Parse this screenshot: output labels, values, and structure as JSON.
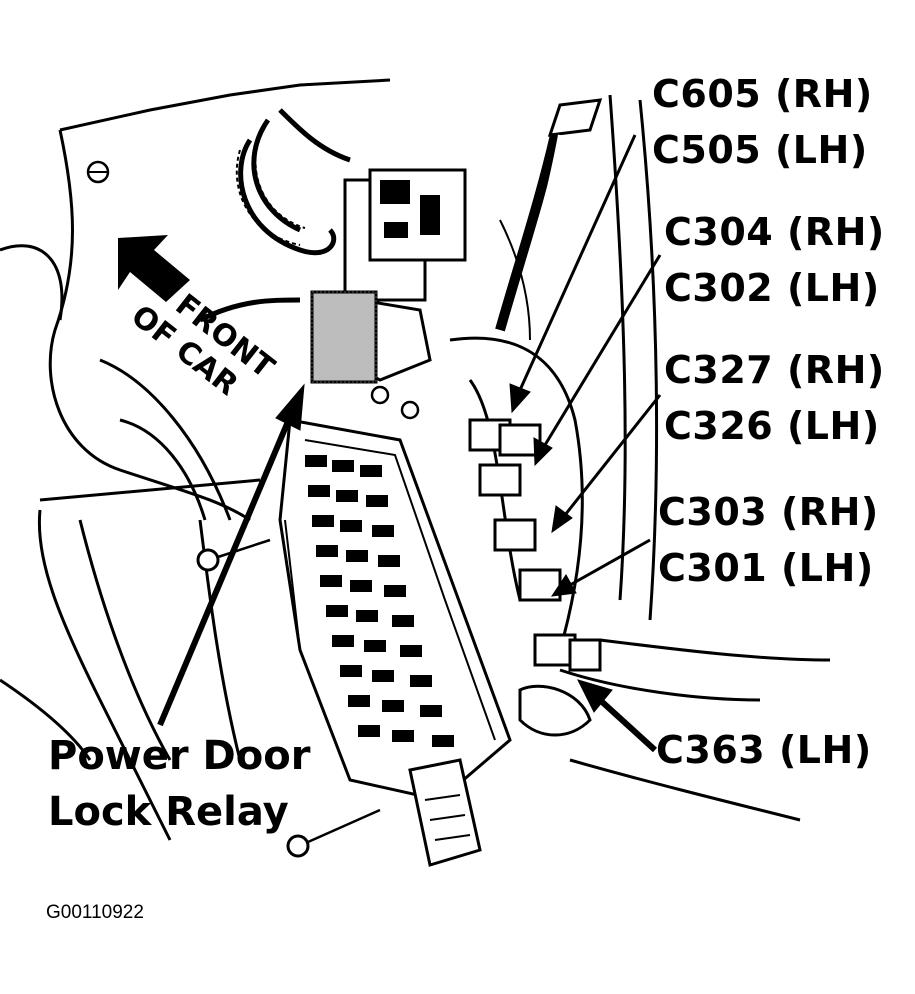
{
  "figure_id": "G00110922",
  "front_label": {
    "line1": "FRONT",
    "line2": "OF CAR"
  },
  "relay_label": {
    "line1": "Power Door",
    "line2": "Lock Relay"
  },
  "connectors": [
    "C605 (RH)",
    "C505 (LH)",
    "C304 (RH)",
    "C302 (LH)",
    "C327 (RH)",
    "C326 (LH)",
    "C303 (RH)",
    "C301 (LH)",
    "C363 (LH)"
  ]
}
